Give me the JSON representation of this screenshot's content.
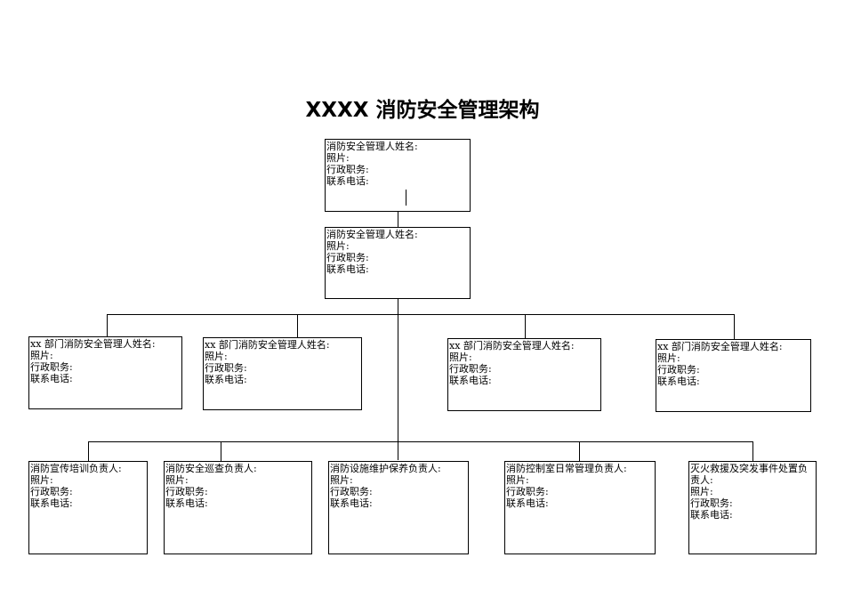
{
  "title": "XXXX 消防安全管理架构",
  "top_box": {
    "lines": [
      "消防安全管理人姓名:",
      "照片:",
      "行政职务:",
      "联系电话:"
    ]
  },
  "second_box": {
    "lines": [
      "消防安全管理人姓名:",
      "照片:",
      "行政职务:",
      "联系电话:"
    ]
  },
  "departments": [
    {
      "lines": [
        "xx 部门消防安全管理人姓名:",
        "照片:",
        "行政职务:",
        "联系电话:"
      ]
    },
    {
      "lines": [
        "xx 部门消防安全管理人姓名:",
        "照片:",
        "行政职务:",
        "联系电话:"
      ]
    },
    {
      "lines": [
        "xx 部门消防安全管理人姓名:",
        "照片:",
        "行政职务:",
        "联系电话:"
      ]
    },
    {
      "lines": [
        "xx 部门消防安全管理人姓名:",
        "照片:",
        "行政职务:",
        "联系电话:"
      ]
    }
  ],
  "responsibles": [
    {
      "lines": [
        "消防宣传培训负责人:",
        "照片:",
        "行政职务:",
        "联系电话:"
      ]
    },
    {
      "lines": [
        "消防安全巡查负责人:",
        "照片:",
        "行政职务:",
        "联系电话:"
      ]
    },
    {
      "lines": [
        "消防设施维护保养负责人:",
        "照片:",
        "行政职务:",
        "联系电话:"
      ]
    },
    {
      "lines": [
        "消防控制室日常管理负责人:",
        "照片:",
        "行政职务:",
        "联系电话:"
      ]
    },
    {
      "lines": [
        "灭火救援及突发事件处置负责人:",
        "照片:",
        "行政职务:",
        "联系电话:"
      ]
    }
  ]
}
